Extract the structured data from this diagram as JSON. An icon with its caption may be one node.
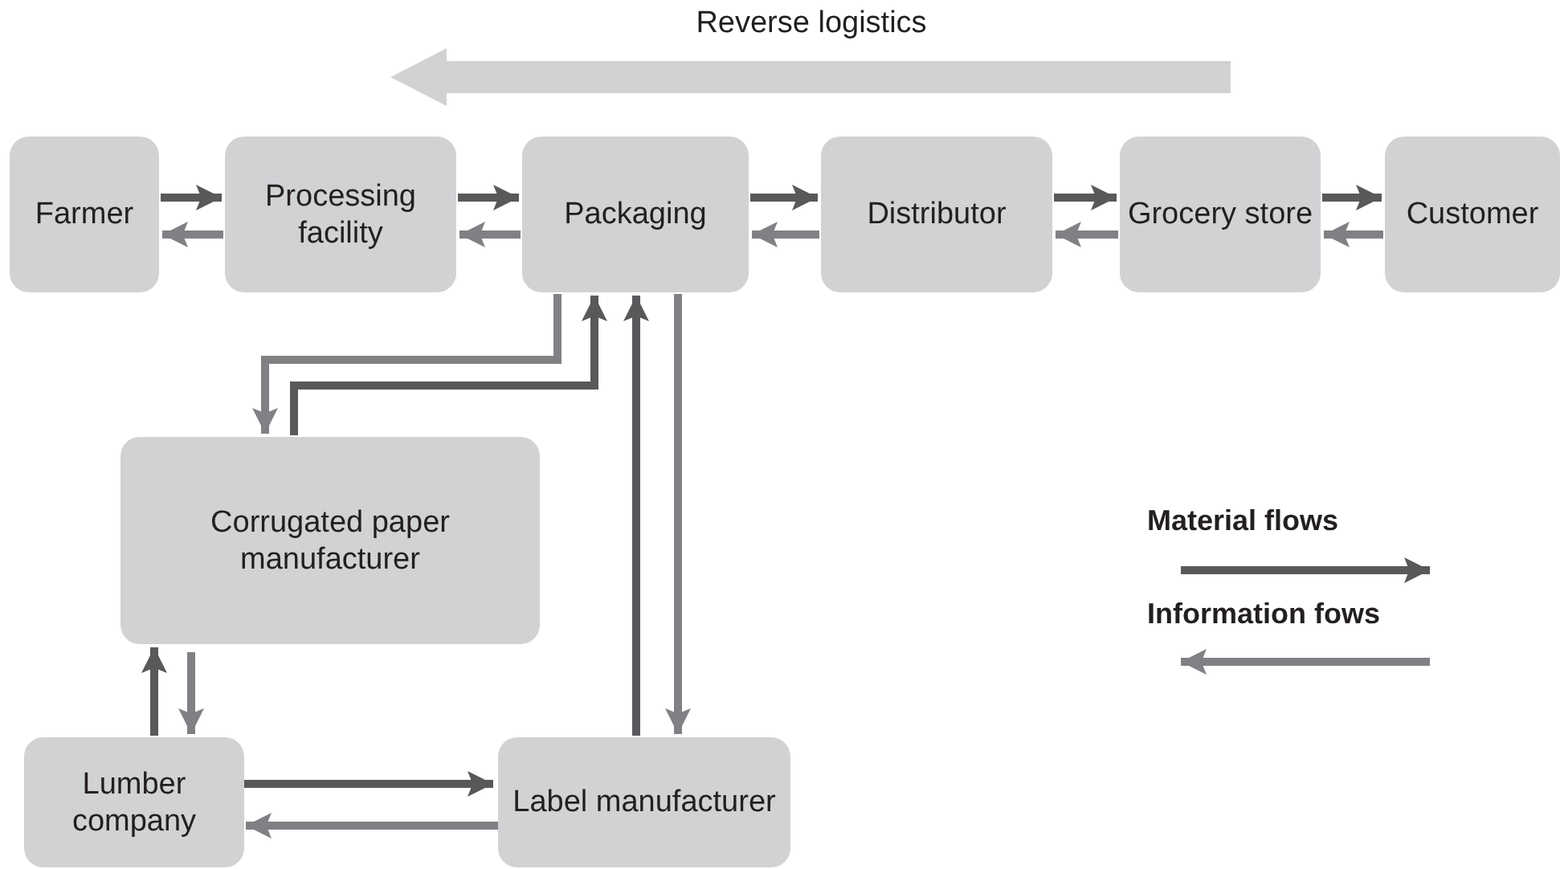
{
  "diagram": {
    "nodes": [
      {
        "text": [
          "Farmer"
        ]
      },
      {
        "text": [
          "Processing facility"
        ]
      },
      {
        "text": [
          "Packaging"
        ]
      },
      {
        "text": [
          "Distributor"
        ]
      },
      {
        "text": [
          "Grocery store"
        ]
      },
      {
        "text": [
          "Customer"
        ]
      },
      {
        "text": [
          "Corrugated paper manufacturer"
        ]
      },
      {
        "text": [
          "Lumber company"
        ]
      },
      {
        "text": [
          "Label manufacturer"
        ]
      }
    ],
    "edges": [
      {
        "from": 0,
        "to": 1,
        "arrow": "to"
      },
      {
        "from": 1,
        "to": 0,
        "arrow": "to",
        "color": "#808184"
      },
      {
        "from": 1,
        "to": 2,
        "arrow": "to"
      },
      {
        "from": 2,
        "to": 1,
        "arrow": "to",
        "color": "#808184"
      },
      {
        "from": 2,
        "to": 3,
        "arrow": "to"
      },
      {
        "from": 3,
        "to": 2,
        "arrow": "to",
        "color": "#808184"
      },
      {
        "from": 3,
        "to": 4,
        "arrow": "to"
      },
      {
        "from": 4,
        "to": 3,
        "arrow": "to",
        "color": "#808184"
      },
      {
        "from": 4,
        "to": 5,
        "arrow": "to"
      },
      {
        "from": 5,
        "to": 4,
        "arrow": "to",
        "color": "#808184"
      },
      {
        "from": 2,
        "to": 6,
        "arrow": "to",
        "color": "#808184"
      },
      {
        "from": 6,
        "to": 2,
        "arrow": "to"
      },
      {
        "from": 8,
        "to": 2,
        "arrow": "to"
      },
      {
        "from": 2,
        "to": 8,
        "arrow": "to",
        "color": "#808184"
      },
      {
        "from": 7,
        "to": 6,
        "arrow": "to"
      },
      {
        "from": 6,
        "to": 7,
        "arrow": "to",
        "color": "#808184"
      },
      {
        "from": 7,
        "to": 8,
        "arrow": "to"
      },
      {
        "from": 8,
        "to": 7,
        "arrow": "to",
        "color": "#808184"
      }
    ],
    "labels": [
      "Reverse logistics"
    ],
    "legend": [
      {
        "text": "Material flows"
      },
      {
        "text": "Information fows"
      }
    ]
  }
}
